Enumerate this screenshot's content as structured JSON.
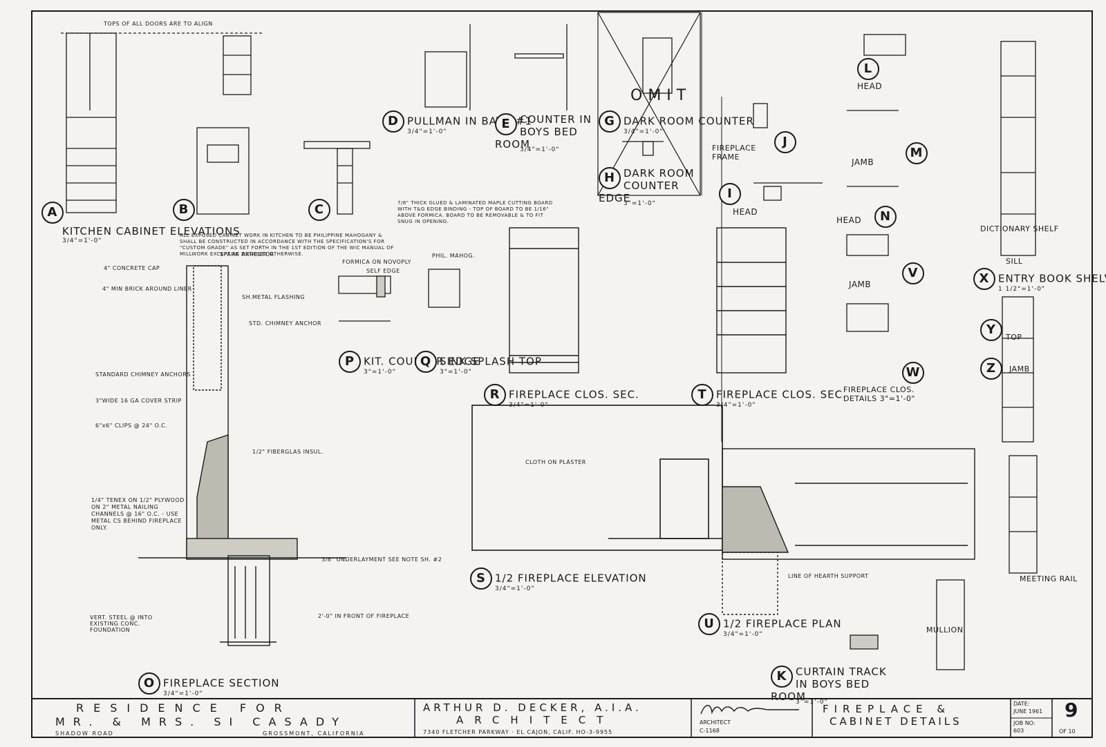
{
  "title_block": {
    "project_line1": "RESIDENCE FOR",
    "project_line2": "MR. & MRS. SI CASADY",
    "address_left": "SHADOW ROAD",
    "address_right": "GROSSMONT, CALIFORNIA",
    "architect_name": "ARTHUR D. DECKER, A.I.A.",
    "architect_title": "ARCHITECT",
    "architect_address": "7340 FLETCHER PARKWAY · EL CAJON, CALIF. HO-3-9955",
    "signature_caption1": "ARCHITECT",
    "signature_caption2": "C-1168",
    "sheet_title1": "FIREPLACE &",
    "sheet_title2": "CABINET DETAILS",
    "date_label": "DATE:",
    "date_value": "JUNE 1961",
    "job_label": "JOB NO:",
    "job_value": "603",
    "sheet_number": "9",
    "sheet_of": "OF 10"
  },
  "details": [
    {
      "mark": "A",
      "title": "",
      "scale": ""
    },
    {
      "mark": "B",
      "title": "",
      "scale": ""
    },
    {
      "mark": "C",
      "title": "",
      "scale": ""
    },
    {
      "mark": "D",
      "title": "PULLMAN IN BATH #1",
      "scale": "3/4\"=1'-0\""
    },
    {
      "mark": "E",
      "title": "COUNTER IN BOYS BED ROOM",
      "scale": "3/4\"=1'-0\""
    },
    {
      "mark": "G",
      "title": "DARK ROOM COUNTER",
      "scale": "3/4\"=1'-0\""
    },
    {
      "mark": "H",
      "title": "DARK ROOM COUNTER EDGE",
      "scale": "3\"=1'-0\""
    },
    {
      "mark": "I",
      "title": "HEAD",
      "scale": ""
    },
    {
      "mark": "J",
      "title": "FIREPLACE FRAME",
      "scale": ""
    },
    {
      "mark": "L",
      "title": "HEAD",
      "scale": ""
    },
    {
      "mark": "M",
      "title": "JAMB",
      "scale": ""
    },
    {
      "mark": "N",
      "title": "HEAD",
      "scale": ""
    },
    {
      "mark": "V",
      "title": "JAMB",
      "scale": ""
    },
    {
      "mark": "W",
      "title": "FIREPLACE CLOS. DETAILS",
      "scale": "3\"=1'-0\""
    },
    {
      "mark": "X",
      "title": "ENTRY BOOK SHELVING",
      "scale": "1 1/2\"=1'-0\""
    },
    {
      "mark": "Y",
      "title": "TOP",
      "scale": ""
    },
    {
      "mark": "Z",
      "title": "JAMB",
      "scale": ""
    },
    {
      "mark": "P",
      "title": "KIT. COUNTER EDGE",
      "scale": "3\"=1'-0\""
    },
    {
      "mark": "Q",
      "title": "SINK SPLASH TOP",
      "scale": "3\"=1'-0\""
    },
    {
      "mark": "R",
      "title": "FIREPLACE CLOS. SEC.",
      "scale": "3/4\"=1'-0\""
    },
    {
      "mark": "T",
      "title": "FIREPLACE CLOS. SEC.",
      "scale": "3/4\"=1'-0\""
    },
    {
      "mark": "S",
      "title": "1/2 FIREPLACE ELEVATION",
      "scale": "3/4\"=1'-0\""
    },
    {
      "mark": "U",
      "title": "1/2 FIREPLACE PLAN",
      "scale": "3/4\"=1'-0\""
    },
    {
      "mark": "K",
      "title": "CURTAIN TRACK IN BOYS BED ROOM",
      "scale": "3\"=1'-0\""
    },
    {
      "mark": "O",
      "title": "FIREPLACE SECTION",
      "scale": "3/4\"=1'-0\""
    }
  ],
  "kitchen_title": "KITCHEN CABINET ELEVATIONS",
  "kitchen_scale": "3/4\"=1'-0\"",
  "kitchen_note": "ALL EXPOSED CABINET WORK IN KITCHEN TO BE PHILIPPINE MAHOGANY & SHALL BE CONSTRUCTED IN ACCORDANCE WITH THE SPECIFICATION'S FOR \"CUSTOM GRADE\" AS SET FORTH IN THE 1ST EDITION OF THE WIC MANUAL OF MILLWORK EXCEPT AS DETAILED OTHERWISE.",
  "omit_label": "OMIT",
  "notes": {
    "doors_align": "TOPS OF ALL DOORS ARE TO ALIGN",
    "concrete_cap": "4\" CONCRETE CAP",
    "brick_liner": "4\" MIN BRICK AROUND LINER",
    "spark_arrester": "SPARK ARRESTOR",
    "sheet_metal_flashing": "SH.METAL FLASHING",
    "chimney_anchor": "STD. CHIMNEY ANCHOR",
    "std_chimney_anchors": "STANDARD CHIMNEY ANCHORS",
    "cover_strip": "3\"WIDE 16 GA COVER STRIP",
    "clips": "6\"x6\" CLIPS @ 24\" O.C.",
    "tenex": "1/4\" TENEX ON 1/2\" PLYWOOD ON 2\" METAL NAILING CHANNELS @ 16\" O.C. - USE METAL CS BEHIND FIREPLACE ONLY.",
    "fiberglas": "1/2\" FIBERGLAS INSUL.",
    "underlayment": "3/8\" UNDERLAYMENT SEE NOTE SH. #2",
    "hearth": "2'-0\" IN FRONT OF FIREPLACE",
    "footing": "VERT. STEEL @ INTO EXISTING CONC. FOUNDATION",
    "cloth_plaster": "CLOTH ON PLASTER",
    "hearth_support": "LINE OF HEARTH SUPPORT",
    "cutting_board": "7/8\" THICK GLUED & LAMINATED MAPLE CUTTING BOARD WITH T&G EDGE BINDING - TOP OF BOARD TO BE 1/16\" ABOVE FORMICA. BOARD TO BE REMOVABLE & TO FIT SNUG IN OPENING.",
    "formica_novoply": "FORMICA ON NOVOPLY",
    "self_edge": "SELF EDGE",
    "phil_mahog": "PHIL. MAHOG.",
    "meeting_rail": "MEETING RAIL",
    "mullion": "MULLION",
    "sill": "SILL",
    "dictionary_shelf": "DICTIONARY SHELF"
  },
  "colors": {
    "ink": "#1a1a1a",
    "paper": "#f4f3ef"
  }
}
